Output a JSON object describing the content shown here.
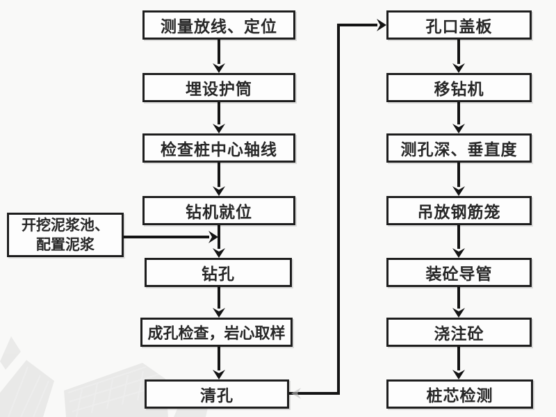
{
  "diagram": {
    "left_column": [
      {
        "label": "测量放线、定位"
      },
      {
        "label": "埋设护筒"
      },
      {
        "label": "检查桩中心轴线"
      },
      {
        "label": "钻机就位"
      },
      {
        "label": "钻孔"
      },
      {
        "label": "成孔检查，岩心取样"
      },
      {
        "label": "清孔"
      }
    ],
    "right_column": [
      {
        "label": "孔口盖板"
      },
      {
        "label": "移钻机"
      },
      {
        "label": "测孔深、垂直度"
      },
      {
        "label": "吊放钢筋笼"
      },
      {
        "label": "装砼导管"
      },
      {
        "label": "浇注砼"
      },
      {
        "label": "桩芯检测"
      }
    ],
    "side_box": {
      "line1": "开挖泥浆池、",
      "line2": "配置泥浆"
    },
    "flow": {
      "main_sequence": [
        "测量放线、定位",
        "埋设护筒",
        "检查桩中心轴线",
        "钻机就位",
        "钻孔",
        "成孔检查，岩心取样",
        "清孔",
        "孔口盖板",
        "移钻机",
        "测孔深、垂直度",
        "吊放钢筋笼",
        "装砼导管",
        "浇注砼",
        "桩芯检测"
      ],
      "side_connection": {
        "from": "开挖泥浆池、配置泥浆",
        "to": "钻孔"
      }
    },
    "colors": {
      "box_border": "#1e1e1e",
      "box_fill": "#fdfdfd",
      "text": "#272727",
      "arrow": "#141414",
      "background": "#f9f9f8",
      "watermark": "#9a9a9a"
    }
  }
}
